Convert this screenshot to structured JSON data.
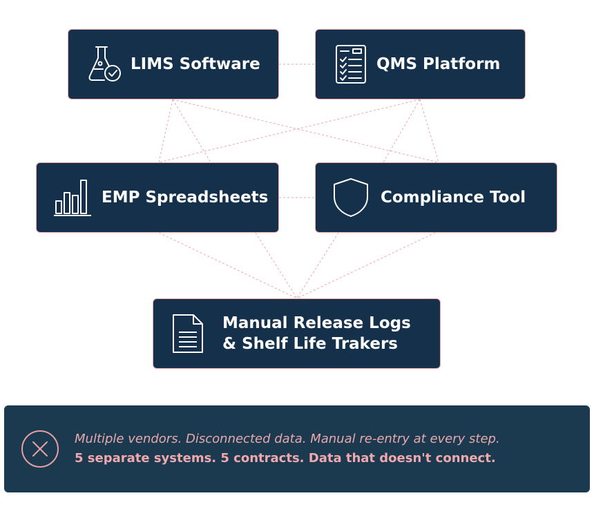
{
  "nodes": {
    "lims": {
      "label": "LIMS Software",
      "icon": "flask-check-icon"
    },
    "qms": {
      "label": "QMS Platform",
      "icon": "checklist-icon"
    },
    "emp": {
      "label": "EMP Spreadsheets",
      "icon": "bar-chart-icon"
    },
    "compliance": {
      "label": "Compliance Tool",
      "icon": "shield-icon"
    },
    "manual": {
      "label_line1": "Manual Release Logs",
      "label_line2": "& Shelf Life Trakers",
      "icon": "document-icon"
    }
  },
  "summary": {
    "line1": "Multiple vendors. Disconnected data. Manual re-entry at every step.",
    "line2": "5 separate systems. 5 contracts. Data that doesn't connect.",
    "icon": "close-circle-icon"
  },
  "colors": {
    "node_background": "#14304a",
    "node_border": "#f3a8aa",
    "connector": "#f19a9c",
    "banner_background": "#1b3a50",
    "banner_text": "#f0a8ad"
  }
}
